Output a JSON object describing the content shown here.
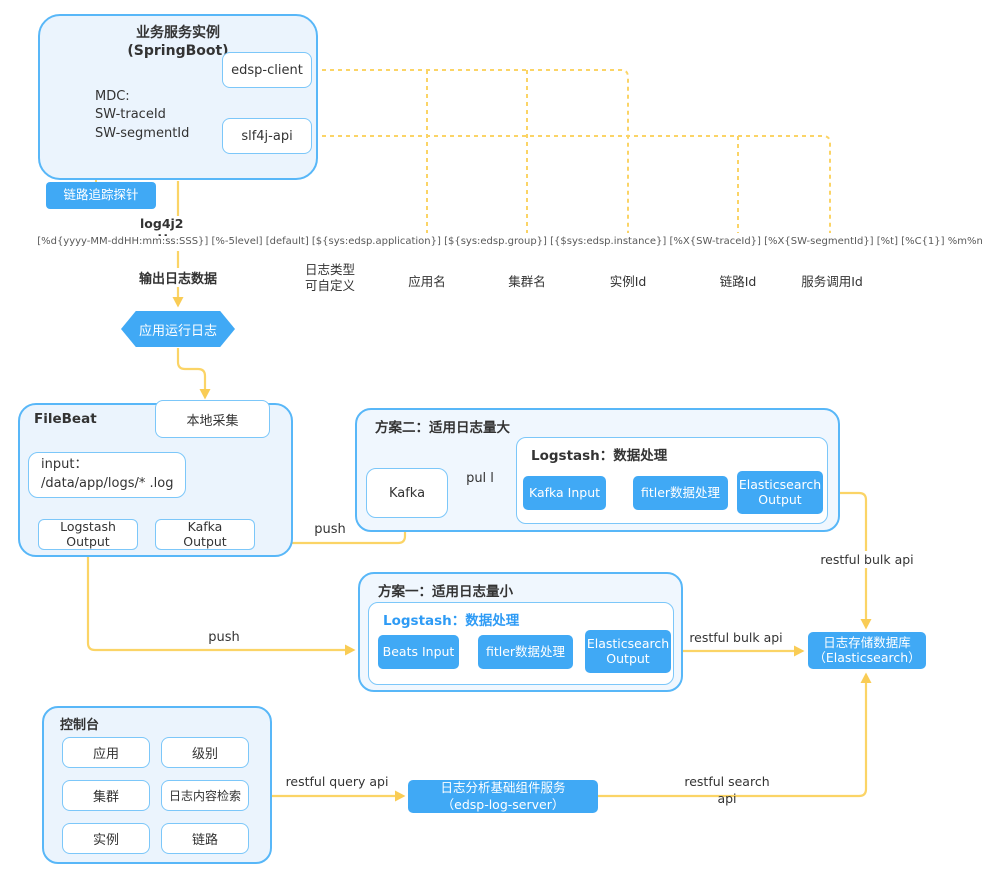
{
  "springboot": {
    "title": "业务服务实例\n(SpringBoot)",
    "mdc": "MDC:\nSW-traceId\nSW-segmentId",
    "edsp_client": "edsp-client",
    "slf4j_api": "slf4j-api"
  },
  "trace_probe_label": "链路追踪探针",
  "log_pattern": {
    "title": "log4j2 pattern:",
    "pattern": "[%d{yyyy-MM-ddHH:mm:ss:SSS}] [%-5level] [default] [${sys:edsp.application}] [${sys:edsp.group}] [{$sys:edsp.instance}] [%X{SW-traceId}] [%X{SW-segmentId}] [%t] [%C{1}] %m%n"
  },
  "field_labels": {
    "output_log": "输出日志数据",
    "log_type": "日志类型\n可自定义",
    "app_name": "应用名",
    "group_name": "集群名",
    "instance_id": "实例Id",
    "trace_id": "链路Id",
    "service_call_id": "服务调用Id"
  },
  "app_log_hexagon": "应用运行日志",
  "filebeat": {
    "title": "FileBeat",
    "local_collect": "本地采集",
    "input": "input：\n/data/app/logs/* .log",
    "logstash_output": "Logstash\nOutput",
    "kafka_output": "Kafka\nOutput"
  },
  "plan2": {
    "title": "方案二：适用日志量大",
    "kafka": "Kafka",
    "logstash_title": "Logstash：数据处理",
    "kafka_input": "Kafka Input",
    "filter": "fitler数据处理",
    "es_output": "Elasticsearch\nOutput"
  },
  "plan1": {
    "title": "方案一：适用日志量小",
    "logstash_title": "Logstash：数据处理",
    "beats_input": "Beats Input",
    "filter": "fitler数据处理",
    "es_output": "Elasticsearch\nOutput"
  },
  "es_store": "日志存储数据库\n（Elasticsearch）",
  "console": {
    "title": "控制台",
    "items": [
      "应用",
      "级别",
      "集群",
      "日志内容检索",
      "实例",
      "链路"
    ]
  },
  "log_server": "日志分析基础组件服务\n（edsp-log-server）",
  "edge_labels": {
    "push_top": "push",
    "pull": "pul l",
    "push_bottom": "push",
    "bulk_top": "restful bulk api",
    "bulk_bottom": "restful bulk api",
    "query": "restful query api",
    "search": "restful search api"
  },
  "colors": {
    "accent_blue": "#40A9F5",
    "border_blue": "#58B7F8",
    "panel_fill": "#EBF4FD",
    "arrow_yellow": "#FBD466",
    "arrowhead_yellow": "#F9CC55",
    "text_dark": "#333333",
    "pattern_gray": "#595959",
    "logstash_title_blue": "#2E9BF5"
  }
}
